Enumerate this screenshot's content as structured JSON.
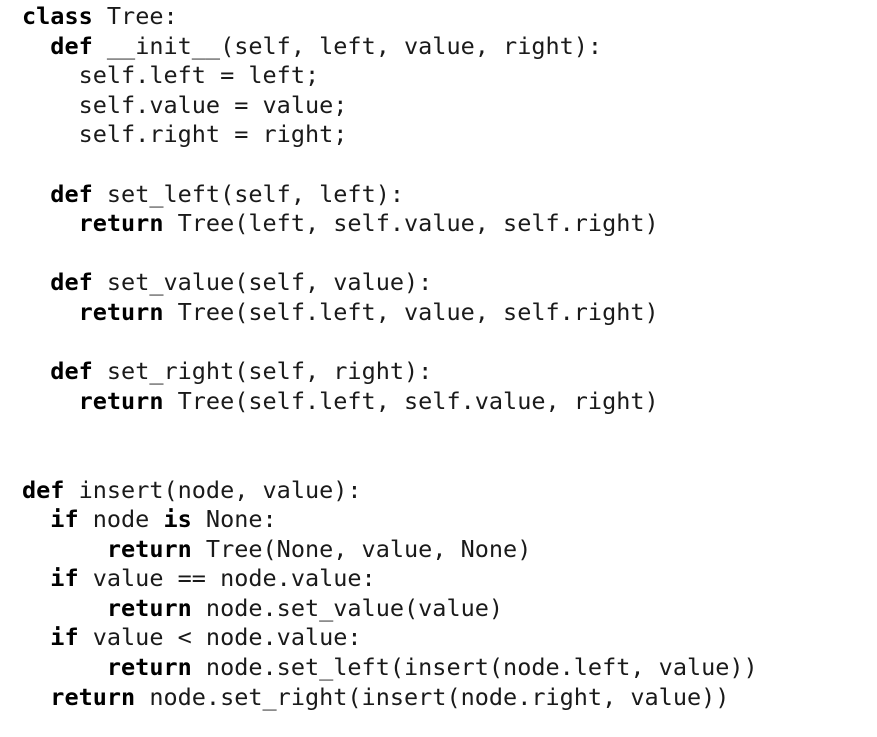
{
  "code": {
    "lines": [
      {
        "kind": "line",
        "segments": [
          {
            "t": "kw",
            "v": "class"
          },
          {
            "t": "tx",
            "v": " Tree:"
          }
        ]
      },
      {
        "kind": "line",
        "segments": [
          {
            "t": "tx",
            "v": "  "
          },
          {
            "t": "kw",
            "v": "def"
          },
          {
            "t": "tx",
            "v": " __init__(self, left, value, right):"
          }
        ]
      },
      {
        "kind": "line",
        "segments": [
          {
            "t": "tx",
            "v": "    self.left = left;"
          }
        ]
      },
      {
        "kind": "line",
        "segments": [
          {
            "t": "tx",
            "v": "    self.value = value;"
          }
        ]
      },
      {
        "kind": "line",
        "segments": [
          {
            "t": "tx",
            "v": "    self.right = right;"
          }
        ]
      },
      {
        "kind": "blank",
        "segments": []
      },
      {
        "kind": "line",
        "segments": [
          {
            "t": "tx",
            "v": "  "
          },
          {
            "t": "kw",
            "v": "def"
          },
          {
            "t": "tx",
            "v": " set_left(self, left):"
          }
        ]
      },
      {
        "kind": "line",
        "segments": [
          {
            "t": "tx",
            "v": "    "
          },
          {
            "t": "kw",
            "v": "return"
          },
          {
            "t": "tx",
            "v": " Tree(left, self.value, self.right)"
          }
        ]
      },
      {
        "kind": "blank",
        "segments": []
      },
      {
        "kind": "line",
        "segments": [
          {
            "t": "tx",
            "v": "  "
          },
          {
            "t": "kw",
            "v": "def"
          },
          {
            "t": "tx",
            "v": " set_value(self, value):"
          }
        ]
      },
      {
        "kind": "line",
        "segments": [
          {
            "t": "tx",
            "v": "    "
          },
          {
            "t": "kw",
            "v": "return"
          },
          {
            "t": "tx",
            "v": " Tree(self.left, value, self.right)"
          }
        ]
      },
      {
        "kind": "blank",
        "segments": []
      },
      {
        "kind": "line",
        "segments": [
          {
            "t": "tx",
            "v": "  "
          },
          {
            "t": "kw",
            "v": "def"
          },
          {
            "t": "tx",
            "v": " set_right(self, right):"
          }
        ]
      },
      {
        "kind": "line",
        "segments": [
          {
            "t": "tx",
            "v": "    "
          },
          {
            "t": "kw",
            "v": "return"
          },
          {
            "t": "tx",
            "v": " Tree(self.left, self.value, right)"
          }
        ]
      },
      {
        "kind": "blank",
        "segments": []
      },
      {
        "kind": "blank",
        "segments": []
      },
      {
        "kind": "line",
        "segments": [
          {
            "t": "kw",
            "v": "def"
          },
          {
            "t": "tx",
            "v": " insert(node, value):"
          }
        ]
      },
      {
        "kind": "line",
        "segments": [
          {
            "t": "tx",
            "v": "  "
          },
          {
            "t": "kw",
            "v": "if"
          },
          {
            "t": "tx",
            "v": " node "
          },
          {
            "t": "kw",
            "v": "is"
          },
          {
            "t": "tx",
            "v": " None:"
          }
        ]
      },
      {
        "kind": "line",
        "segments": [
          {
            "t": "tx",
            "v": "      "
          },
          {
            "t": "kw",
            "v": "return"
          },
          {
            "t": "tx",
            "v": " Tree(None, value, None)"
          }
        ]
      },
      {
        "kind": "line",
        "segments": [
          {
            "t": "tx",
            "v": "  "
          },
          {
            "t": "kw",
            "v": "if"
          },
          {
            "t": "tx",
            "v": " value == node.value:"
          }
        ]
      },
      {
        "kind": "line",
        "segments": [
          {
            "t": "tx",
            "v": "      "
          },
          {
            "t": "kw",
            "v": "return"
          },
          {
            "t": "tx",
            "v": " node.set_value(value)"
          }
        ]
      },
      {
        "kind": "line",
        "segments": [
          {
            "t": "tx",
            "v": "  "
          },
          {
            "t": "kw",
            "v": "if"
          },
          {
            "t": "tx",
            "v": " value < node.value:"
          }
        ]
      },
      {
        "kind": "line",
        "segments": [
          {
            "t": "tx",
            "v": "      "
          },
          {
            "t": "kw",
            "v": "return"
          },
          {
            "t": "tx",
            "v": " node.set_left(insert(node.left, value))"
          }
        ]
      },
      {
        "kind": "line",
        "segments": [
          {
            "t": "tx",
            "v": "  "
          },
          {
            "t": "kw",
            "v": "return"
          },
          {
            "t": "tx",
            "v": " node.set_right(insert(node.right, value))"
          }
        ]
      }
    ]
  }
}
